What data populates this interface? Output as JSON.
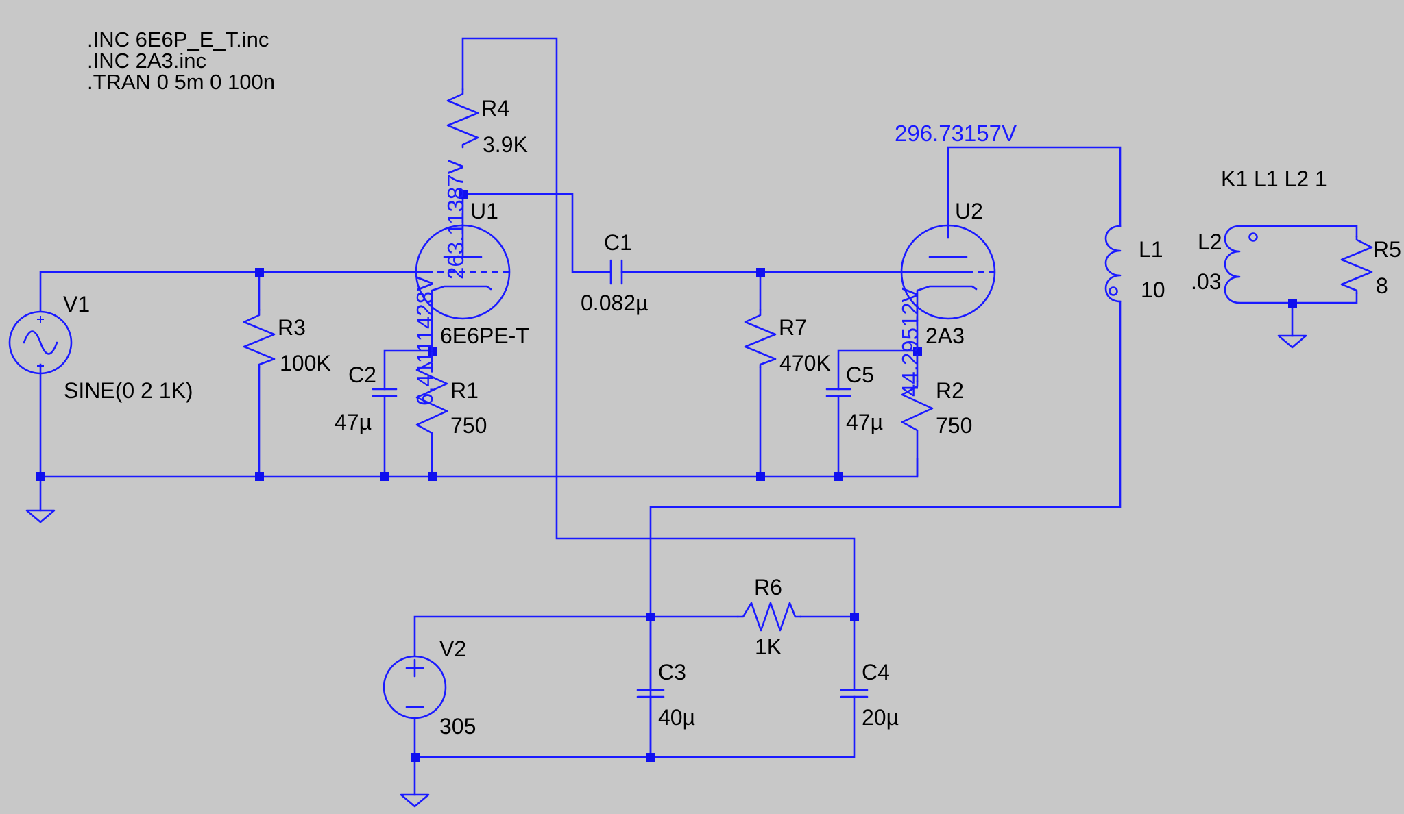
{
  "directives": [
    ".INC 6E6P_E_T.inc",
    ".INC 2A3.inc",
    ".TRAN 0 5m 0 100n"
  ],
  "coupling": "K1 L1 L2 1",
  "components": {
    "V1": {
      "name": "V1",
      "value": "SINE(0 2 1K)"
    },
    "V2": {
      "name": "V2",
      "value": "305"
    },
    "R1": {
      "name": "R1",
      "value": "750"
    },
    "R2": {
      "name": "R2",
      "value": "750"
    },
    "R3": {
      "name": "R3",
      "value": "100K"
    },
    "R4": {
      "name": "R4",
      "value": "3.9K"
    },
    "R5": {
      "name": "R5",
      "value": "8"
    },
    "R6": {
      "name": "R6",
      "value": "1K"
    },
    "R7": {
      "name": "R7",
      "value": "470K"
    },
    "C1": {
      "name": "C1",
      "value": "0.082µ"
    },
    "C2": {
      "name": "C2",
      "value": "47µ"
    },
    "C3": {
      "name": "C3",
      "value": "40µ"
    },
    "C4": {
      "name": "C4",
      "value": "20µ"
    },
    "C5": {
      "name": "C5",
      "value": "47µ"
    },
    "L1": {
      "name": "L1",
      "value": "10"
    },
    "L2": {
      "name": "L2",
      "value": ".03"
    },
    "U1": {
      "name": "U1",
      "value": "6E6PE-T"
    },
    "U2": {
      "name": "U2",
      "value": "2A3"
    }
  },
  "node_voltages": {
    "u1_plate": "263.11387V",
    "u1_cathode": "6.41111428V",
    "u2_plate": "296.73157V",
    "u2_cathode": "44.29512V"
  },
  "colors": {
    "wire": "#1a1aff",
    "background": "#c8c8c8",
    "text": "#000000"
  }
}
